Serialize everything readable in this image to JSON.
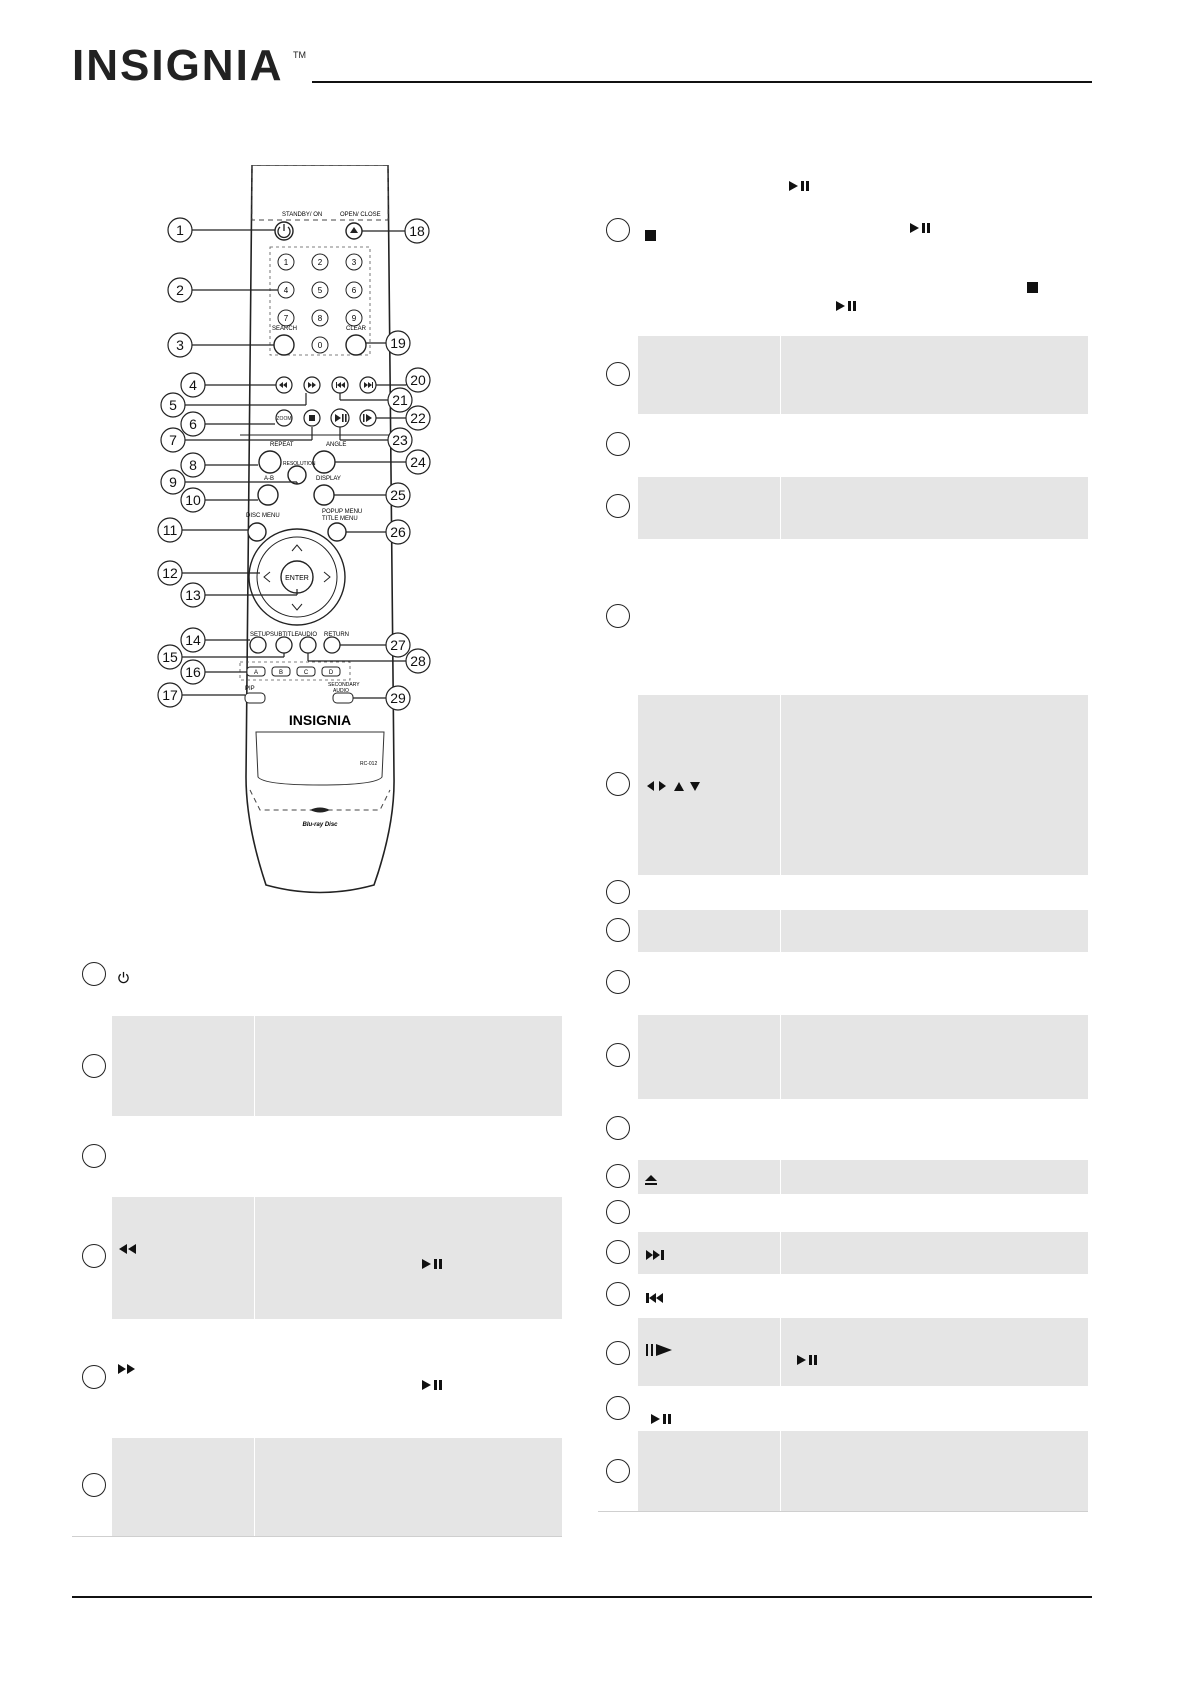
{
  "brand": {
    "logo": "INSIGNIA",
    "tm": "TM"
  },
  "remote": {
    "labels": {
      "standby": "STANDBY/ ON",
      "open_close": "OPEN/ CLOSE",
      "search": "SEARCH",
      "clear": "CLEAR",
      "zoom": "ZOOM",
      "repeat": "REPEAT",
      "angle": "ANGLE",
      "resolution": "RESOLUTION",
      "ab": "A-B",
      "display": "DISPLAY",
      "disc_menu": "DISC MENU",
      "popup_menu": "POPUP MENU",
      "title_menu": "TITLE MENU",
      "enter": "ENTER",
      "setup": "SETUP",
      "subtitle": "SUBTITLE",
      "audio": "AUDIO",
      "return": "RETURN",
      "pip": "PIP",
      "secondary_audio_1": "SECONDARY",
      "secondary_audio_2": "AUDIO",
      "brand": "INSIGNIA",
      "model": "RC-012",
      "bluray": "Blu-ray Disc"
    },
    "digits": [
      "1",
      "2",
      "3",
      "4",
      "5",
      "6",
      "7",
      "8",
      "9",
      "0"
    ],
    "color_keys": [
      "A",
      "B",
      "C",
      "D"
    ],
    "callouts": [
      "1",
      "2",
      "3",
      "4",
      "5",
      "6",
      "7",
      "8",
      "9",
      "10",
      "11",
      "12",
      "13",
      "14",
      "15",
      "16",
      "17",
      "18",
      "19",
      "20",
      "21",
      "22",
      "23",
      "24",
      "25",
      "26",
      "27",
      "28",
      "29"
    ]
  },
  "icons": {
    "power": "power-icon",
    "play_pause": "play-pause-icon",
    "stop": "stop-icon",
    "rewind": "rewind-icon",
    "fast_forward": "fast-forward-icon",
    "arrows": "arrow-keys-icon",
    "eject": "eject-icon",
    "next": "skip-next-icon",
    "previous": "skip-previous-icon",
    "step": "step-icon"
  },
  "colors": {
    "shade": "#e5e5e5",
    "ink": "#111111"
  }
}
